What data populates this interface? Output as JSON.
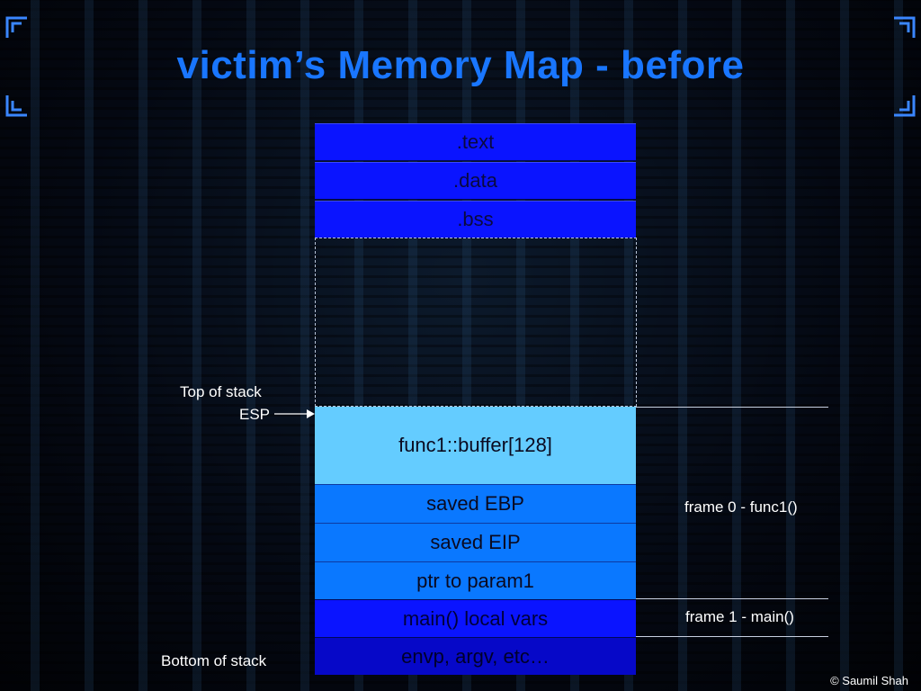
{
  "title": "victim’s Memory Map - before",
  "segments": {
    "text": ".text",
    "data": ".data",
    "bss": ".bss"
  },
  "stack": {
    "buffer": "func1::buffer[128]",
    "saved_ebp": "saved EBP",
    "saved_eip": "saved EIP",
    "param": "ptr to param1",
    "main_locals": "main() local vars",
    "envp": "envp, argv, etc…"
  },
  "labels": {
    "top_of_stack": "Top of stack",
    "esp": "ESP",
    "bottom_of_stack": "Bottom of stack",
    "frame0": "frame 0 - func1()",
    "frame1": "frame 1 - main()"
  },
  "footer": {
    "copyright": "© Saumil Shah"
  },
  "colors": {
    "title": "#1976ff",
    "segment": "#0a14ff",
    "buffer": "#64ccff",
    "frame": "#0a78ff",
    "envp": "#0608c8"
  }
}
